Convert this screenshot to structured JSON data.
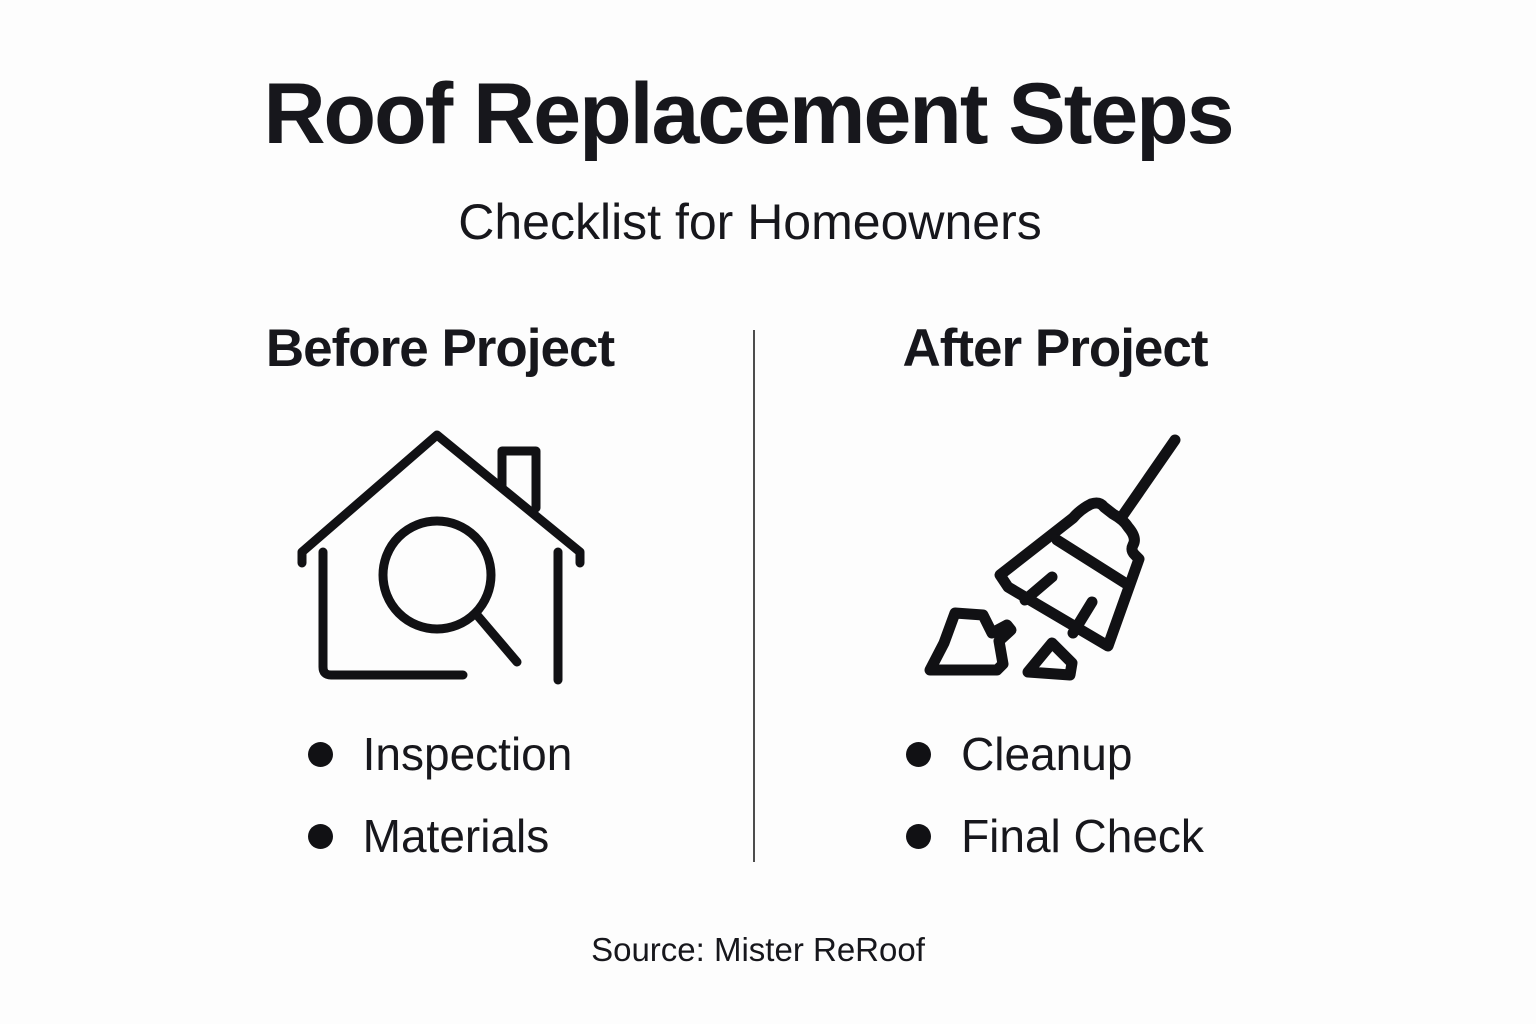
{
  "meta": {
    "background_color": "#fdfdfd",
    "text_color": "#17171c",
    "divider_color": "#4d4d4d",
    "icon_stroke_color": "#111114"
  },
  "header": {
    "title": "Roof Replacement Steps",
    "subtitle": "Checklist for Homeowners"
  },
  "columns": {
    "before": {
      "heading": "Before Project",
      "icon": "house-inspection-icon",
      "items": [
        "Inspection",
        "Materials"
      ]
    },
    "after": {
      "heading": "After Project",
      "icon": "broom-cleanup-icon",
      "items": [
        "Cleanup",
        "Final Check"
      ]
    }
  },
  "footer": {
    "source": "Source: Mister ReRoof"
  }
}
